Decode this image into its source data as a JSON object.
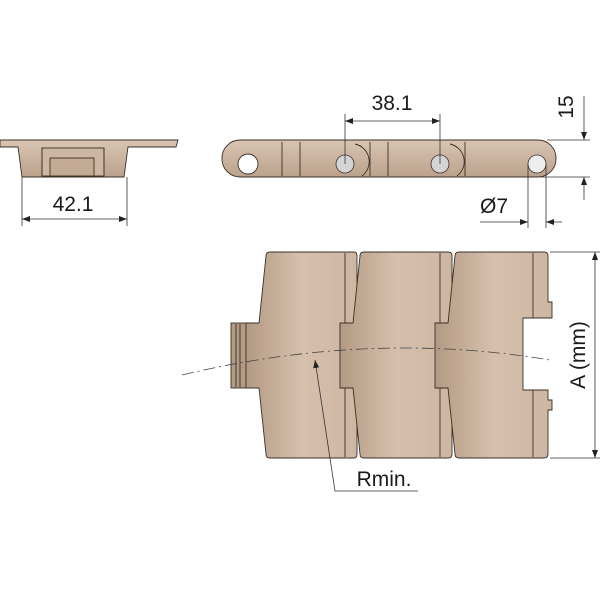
{
  "dimensions": {
    "width_label": "42.1",
    "pitch_label": "38.1",
    "height_label": "15",
    "pin_diameter_label": "Ø7",
    "plate_width_label": "A (mm)",
    "min_radius_label": "Rmin."
  },
  "colors": {
    "plate_light": "#dcc8b6",
    "plate_dark": "#b39a84",
    "outline": "#3a3028",
    "pin": "#d4d4d4"
  }
}
